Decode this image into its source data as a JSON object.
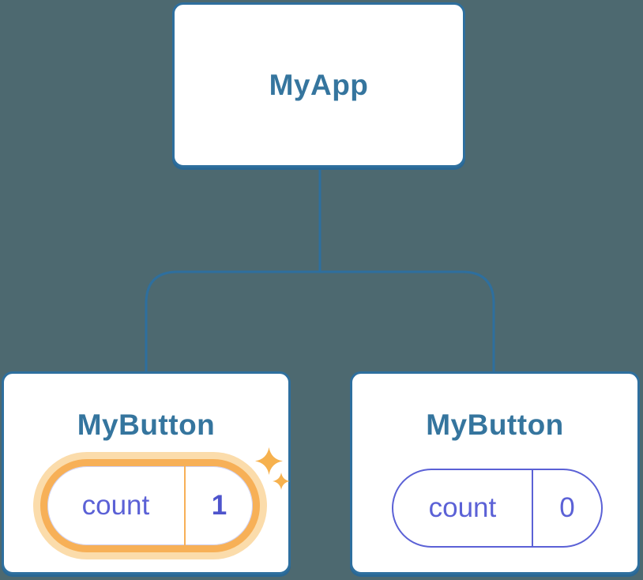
{
  "diagram": {
    "description": "React component tree with isolated state",
    "root": {
      "label": "MyApp"
    },
    "children": [
      {
        "label": "MyButton",
        "state": {
          "name": "count",
          "value": "1"
        },
        "highlighted": true,
        "icons": [
          "sparkle-icon",
          "sparkle-icon"
        ]
      },
      {
        "label": "MyButton",
        "state": {
          "name": "count",
          "value": "0"
        },
        "highlighted": false,
        "icons": []
      }
    ]
  },
  "colors": {
    "background": "#4d6970",
    "connector": "#2e6f9e",
    "node_border": "#2e6f9e",
    "node_shadow": "#2a6793",
    "node_title": "#35759e",
    "state_indigo": "#5b61d6",
    "state_value_bold": "#4e54cc",
    "highlight_ring": "#f7b057",
    "highlight_glow": "#fbdcab",
    "sparkle": "#f6b14e"
  }
}
